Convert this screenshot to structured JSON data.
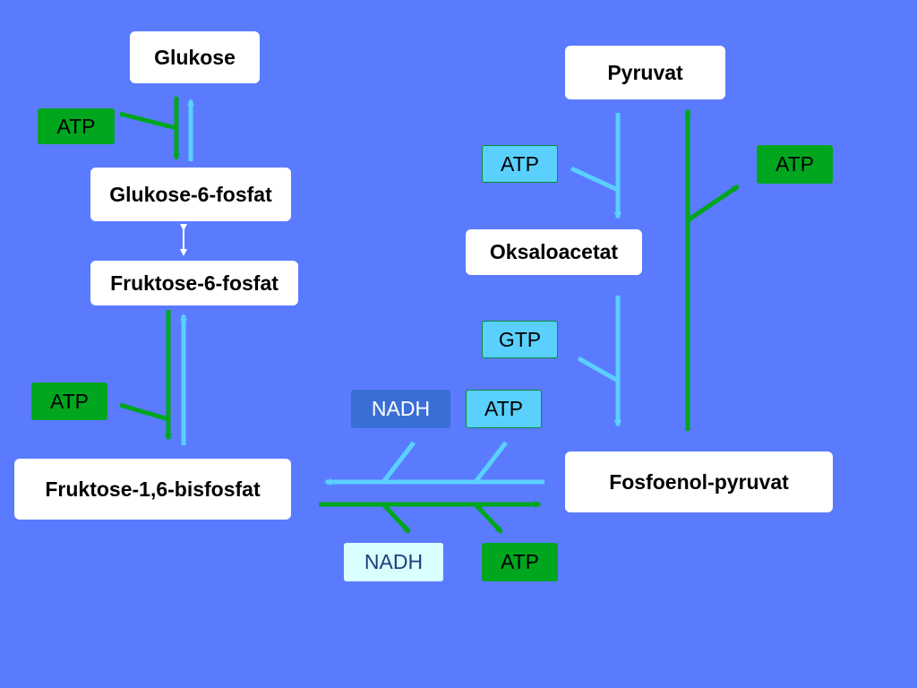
{
  "colors": {
    "background": "#5b7bff",
    "green": "#00a61e",
    "light_blue": "#5ad0ff",
    "nadh_blue": "#3a6fd6",
    "pale_cyan": "#d9ffff",
    "white": "#ffffff"
  },
  "metabolites": {
    "glukose": "Glukose",
    "glukose_6_fosfat": "Glukose-6-fosfat",
    "fruktose_6_fosfat": "Fruktose-6-fosfat",
    "fruktose_1_6_bisfosfat": "Fruktose-1,6-bisfosfat",
    "pyruvat": "Pyruvat",
    "oksaloacetat": "Oksaloacetat",
    "fosfoenol_pyruvat": "Fosfoenol-pyruvat"
  },
  "cofactors": {
    "atp_hexokinase": "ATP",
    "atp_pfk": "ATP",
    "atp_pyruvate_carboxylase": "ATP",
    "gtp_pepck": "GTP",
    "atp_pyruvate_kinase": "ATP",
    "nadh_gluconeogenesis": "NADH",
    "atp_gluconeogenesis": "ATP",
    "nadh_glycolysis": "NADH",
    "atp_glycolysis": "ATP"
  }
}
